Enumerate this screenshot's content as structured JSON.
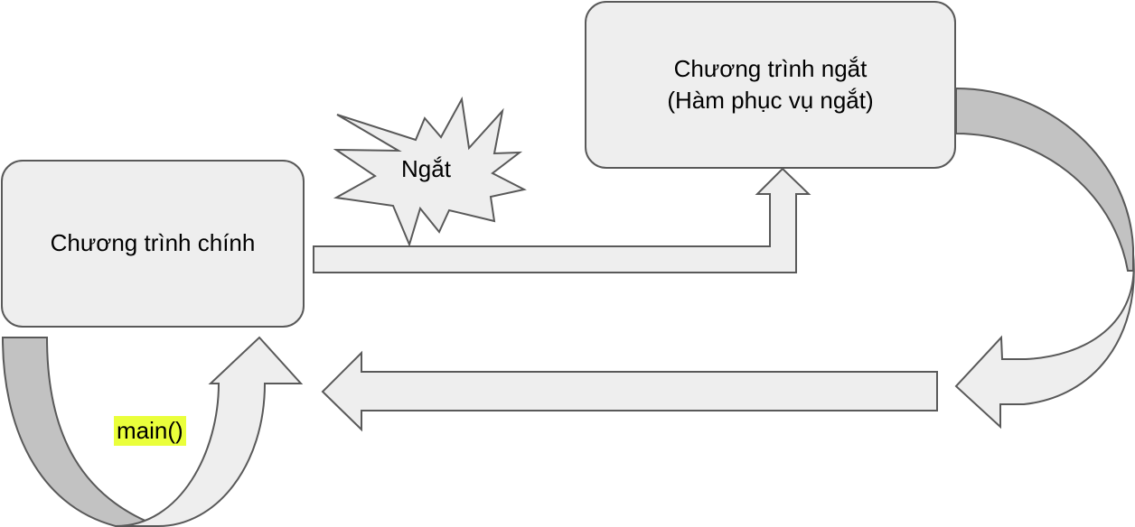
{
  "main_program": {
    "label": "Chương trình chính"
  },
  "interrupt_program": {
    "line1": "Chương trình ngắt",
    "line2": "(Hàm phục vụ ngắt)"
  },
  "interrupt_event": {
    "label": "Ngắt"
  },
  "loop_label": {
    "label": "main()"
  },
  "colors": {
    "box_fill": "#eeeeee",
    "stroke": "#595959",
    "curved_arrow_dark": "#c2c2c2",
    "highlight": "#eaff3b"
  }
}
